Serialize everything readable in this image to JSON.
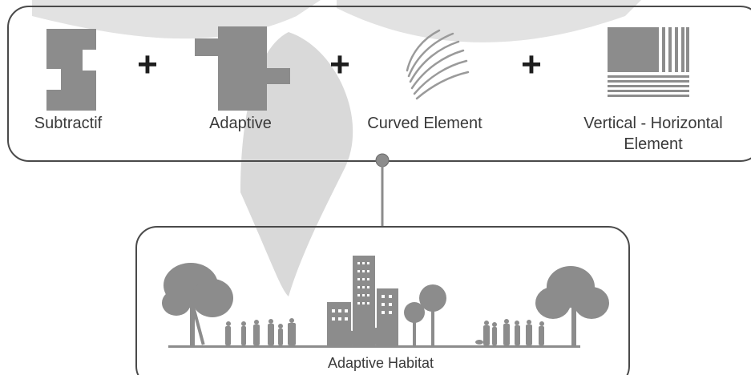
{
  "concepts": [
    {
      "label": "Subtractif",
      "icon": "subtractive-block-icon"
    },
    {
      "label": "Adaptive",
      "icon": "adaptive-block-icon"
    },
    {
      "label": "Curved Element",
      "icon": "curved-lines-icon"
    },
    {
      "label": "Vertical - Horizontal",
      "label2": "Element",
      "icon": "vertical-horizontal-lines-icon"
    }
  ],
  "operator": "+",
  "result": {
    "label": "Adaptive Habitat",
    "icon": "city-people-trees-icon"
  },
  "colors": {
    "shape": "#8c8c8c",
    "watermark": "#d6d6d6",
    "border": "#4a4a4a",
    "text": "#3a3a3a",
    "plus": "#1e1e1e"
  }
}
